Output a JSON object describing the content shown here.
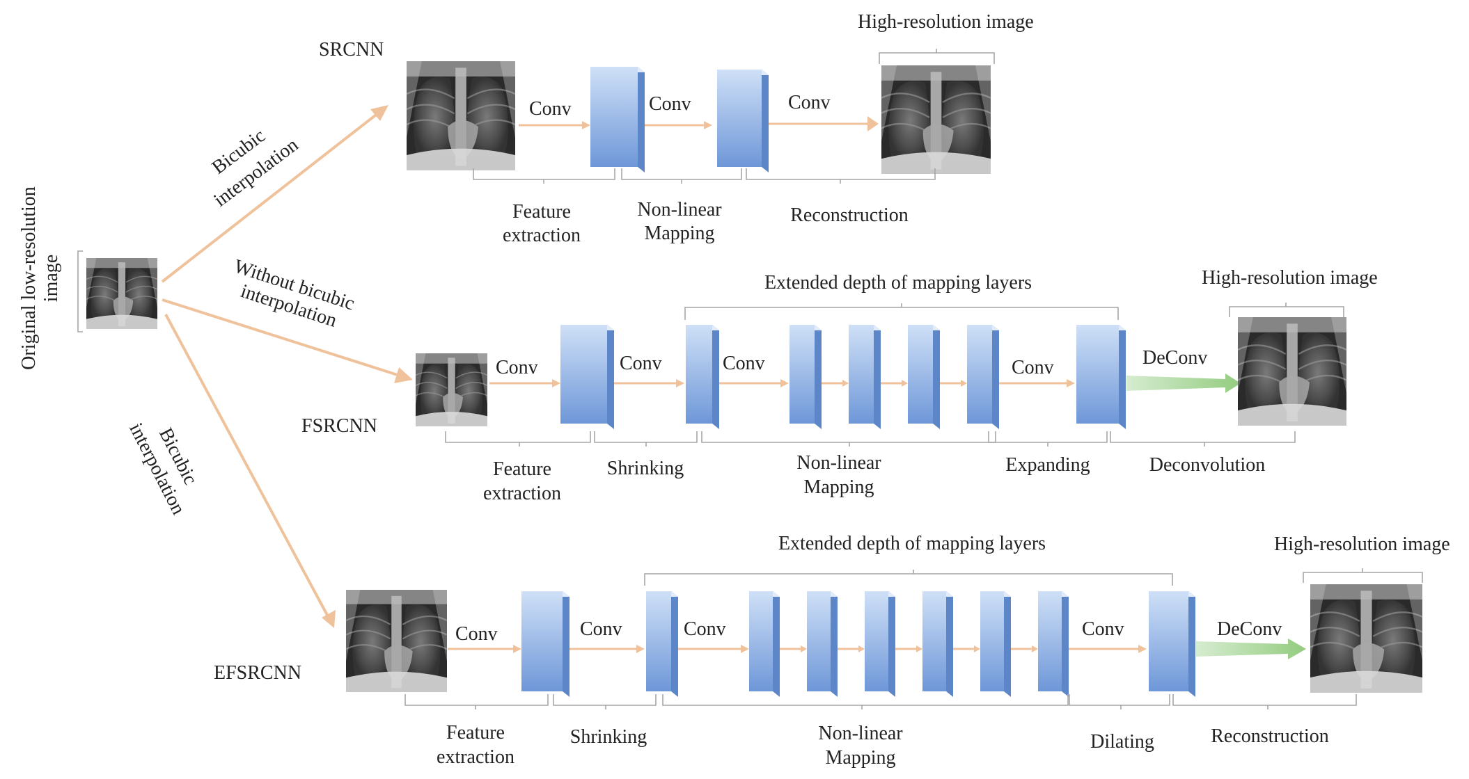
{
  "input": {
    "label_line1": "Original low-resolution",
    "label_line2": "image"
  },
  "paths": {
    "top_line1": "Bicubic",
    "top_line2": "interpolation",
    "mid_line1": "Without bicubic",
    "mid_line2": "interpolation",
    "bot_line1": "Bicubic",
    "bot_line2": "interpolation"
  },
  "srcnn": {
    "name": "SRCNN",
    "output_label": "High-resolution image",
    "conv_labels": [
      "Conv",
      "Conv",
      "Conv"
    ],
    "stages": {
      "feature_1": "Feature",
      "feature_2": "extraction",
      "nonlinear_1": "Non-linear",
      "nonlinear_2": "Mapping",
      "reconstruction": "Reconstruction"
    }
  },
  "fsrcnn": {
    "name": "FSRCNN",
    "extended_label": "Extended depth of mapping layers",
    "output_label": "High-resolution image",
    "conv_labels": [
      "Conv",
      "Conv",
      "Conv",
      "Conv"
    ],
    "deconv_label": "DeConv",
    "stages": {
      "feature_1": "Feature",
      "feature_2": "extraction",
      "shrinking": "Shrinking",
      "nonlinear_1": "Non-linear",
      "nonlinear_2": "Mapping",
      "expanding": "Expanding",
      "deconvolution": "Deconvolution"
    }
  },
  "efsrcnn": {
    "name": "EFSRCNN",
    "extended_label": "Extended depth of mapping layers",
    "output_label": "High-resolution image",
    "conv_labels": [
      "Conv",
      "Conv",
      "Conv",
      "Conv"
    ],
    "deconv_label": "DeConv",
    "stages": {
      "feature_1": "Feature",
      "feature_2": "extraction",
      "shrinking": "Shrinking",
      "nonlinear_1": "Non-linear",
      "nonlinear_2": "Mapping",
      "dilating": "Dilating",
      "reconstruction": "Reconstruction"
    }
  },
  "colors": {
    "block_front_top": "#cfe0f7",
    "block_front_bottom": "#6e97d8",
    "block_side": "#5d86c8",
    "block_top": "#e2ecfa",
    "arrow": "#efc29b",
    "deconv_arrow": "#a9d69a",
    "bracket": "#a6a6a6"
  }
}
